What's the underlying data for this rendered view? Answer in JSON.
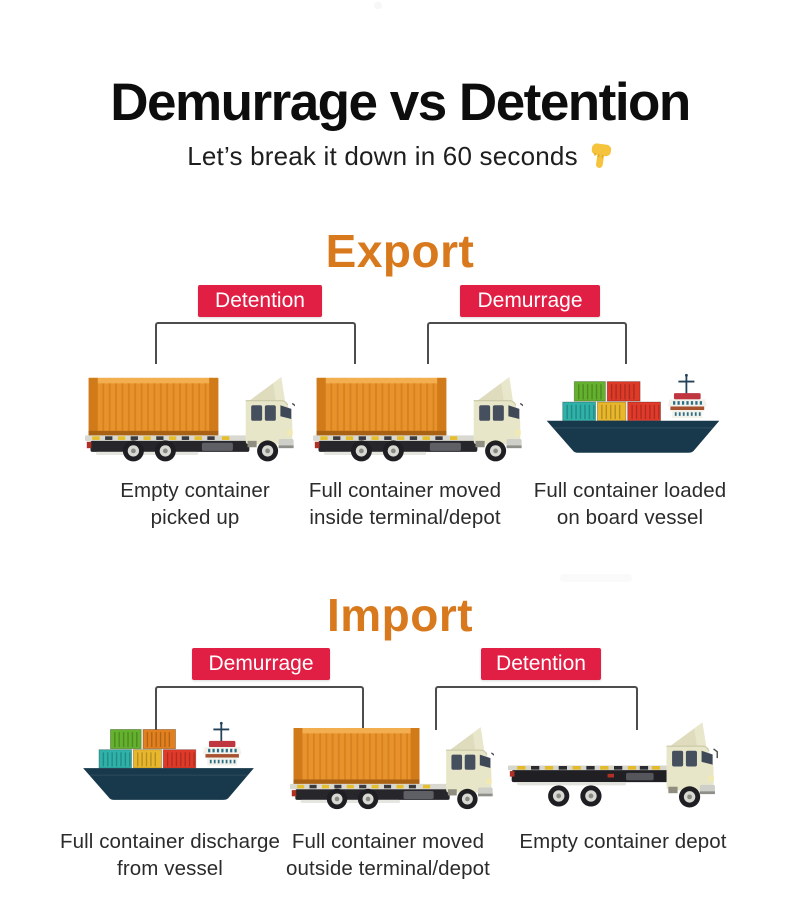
{
  "header": {
    "title": "Demurrage vs Detention",
    "subtitle": "Let’s break it down in 60 seconds",
    "subtitle_icon": "pointing-down-hand-icon"
  },
  "palette": {
    "title_black": "#0d0d0d",
    "heading_orange": "#d8791d",
    "badge_red": "#e11e44",
    "badge_text": "#ffffff",
    "caption_gray": "#2b2b2b",
    "bracket_gray": "#4d4d4d",
    "container_orange": "#e8922b",
    "ship_navy": "#18394b",
    "hand_yellow": "#f5c43c"
  },
  "icons": {
    "subtitle_icon": "pointing-down-hand-icon",
    "illustration_icons": [
      "container-truck-illustration",
      "cargo-ship-illustration",
      "empty-flatbed-truck-illustration"
    ]
  },
  "sections": [
    {
      "id": "export",
      "heading": "Export",
      "labels": [
        {
          "text": "Detention",
          "color": "#e11e44"
        },
        {
          "text": "Demurrage",
          "color": "#e11e44"
        }
      ],
      "steps": [
        {
          "illustration": "container-truck-illustration",
          "caption": "Empty container picked up"
        },
        {
          "illustration": "container-truck-illustration",
          "caption": "Full container moved inside terminal/depot"
        },
        {
          "illustration": "cargo-ship-illustration",
          "caption": "Full container loaded on board vessel"
        }
      ]
    },
    {
      "id": "import",
      "heading": "Import",
      "labels": [
        {
          "text": "Demurrage",
          "color": "#e11e44"
        },
        {
          "text": "Detention",
          "color": "#e11e44"
        }
      ],
      "steps": [
        {
          "illustration": "cargo-ship-illustration",
          "caption": "Full container discharge from vessel"
        },
        {
          "illustration": "container-truck-illustration",
          "caption": "Full container moved outside terminal/depot"
        },
        {
          "illustration": "empty-flatbed-truck-illustration",
          "caption": "Empty container depot"
        }
      ]
    }
  ]
}
